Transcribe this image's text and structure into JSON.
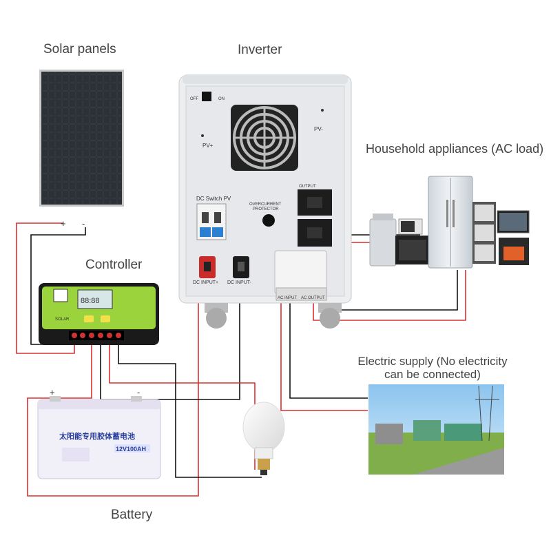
{
  "labels": {
    "solar_panels": "Solar panels",
    "inverter": "Inverter",
    "household": "Household appliances (AC load)",
    "controller": "Controller",
    "electric_supply_line1": "Electric supply (No electricity",
    "electric_supply_line2": "can be connected)",
    "battery": "Battery"
  },
  "polarity": {
    "plus": "+",
    "minus": "-"
  },
  "inverter_panel": {
    "off": "OFF",
    "on": "ON",
    "pv_plus": "PV+",
    "pv_minus": "PV-",
    "dc_switch": "DC  Switch PV",
    "overcurrent_1": "OVERCURRENT",
    "overcurrent_2": "PROTECTOR",
    "output": "OUTPUT",
    "dc_input": "DC INPUT+",
    "dc_input_minus": "DC INPUT-",
    "ac_input": "AC INPUT",
    "ac_output": "AC OUTPUT"
  },
  "controller_panel": {
    "brand": "SOLAR",
    "display": "88:88"
  },
  "battery_panel": {
    "title": "太阳能专用胶体蓄电池",
    "model": "12V100AH"
  },
  "colors": {
    "wire_red": "#d9302f",
    "wire_black": "#111111",
    "label_text": "#444444"
  }
}
